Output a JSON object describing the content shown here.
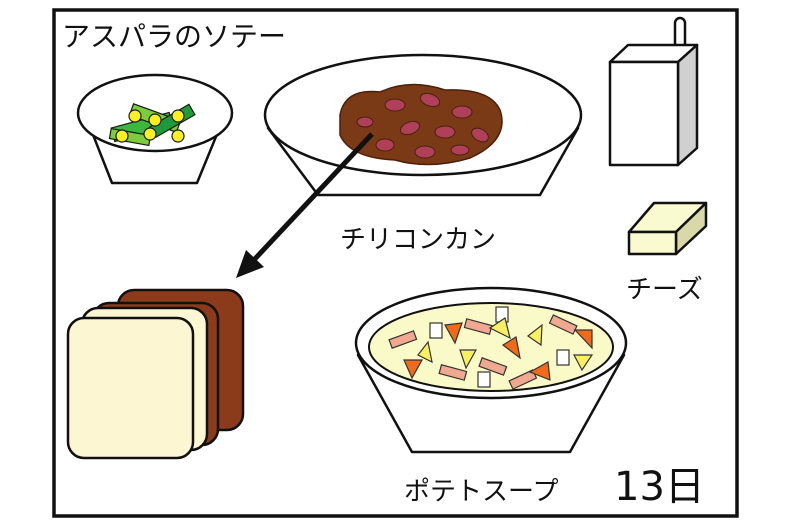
{
  "menu": {
    "items": [
      {
        "label": "アスパラのソテー"
      },
      {
        "label": "チリコンカン"
      },
      {
        "label": "チーズ"
      },
      {
        "label": "ポテトスープ"
      }
    ],
    "date": "13日"
  },
  "colors": {
    "crust": "#8b3a1a",
    "bread": "#fdf6d2",
    "chili": "#7a3a16",
    "bean": "#b0405a",
    "soup": "#fafac8",
    "carrot": "#f06a1a",
    "potato": "#f8f060",
    "bacon": "#f0a890",
    "asparagus": "#3cb83c",
    "corn": "#f8f020",
    "cheese": "#fafad0",
    "carton_side": "#d0d0d0"
  }
}
